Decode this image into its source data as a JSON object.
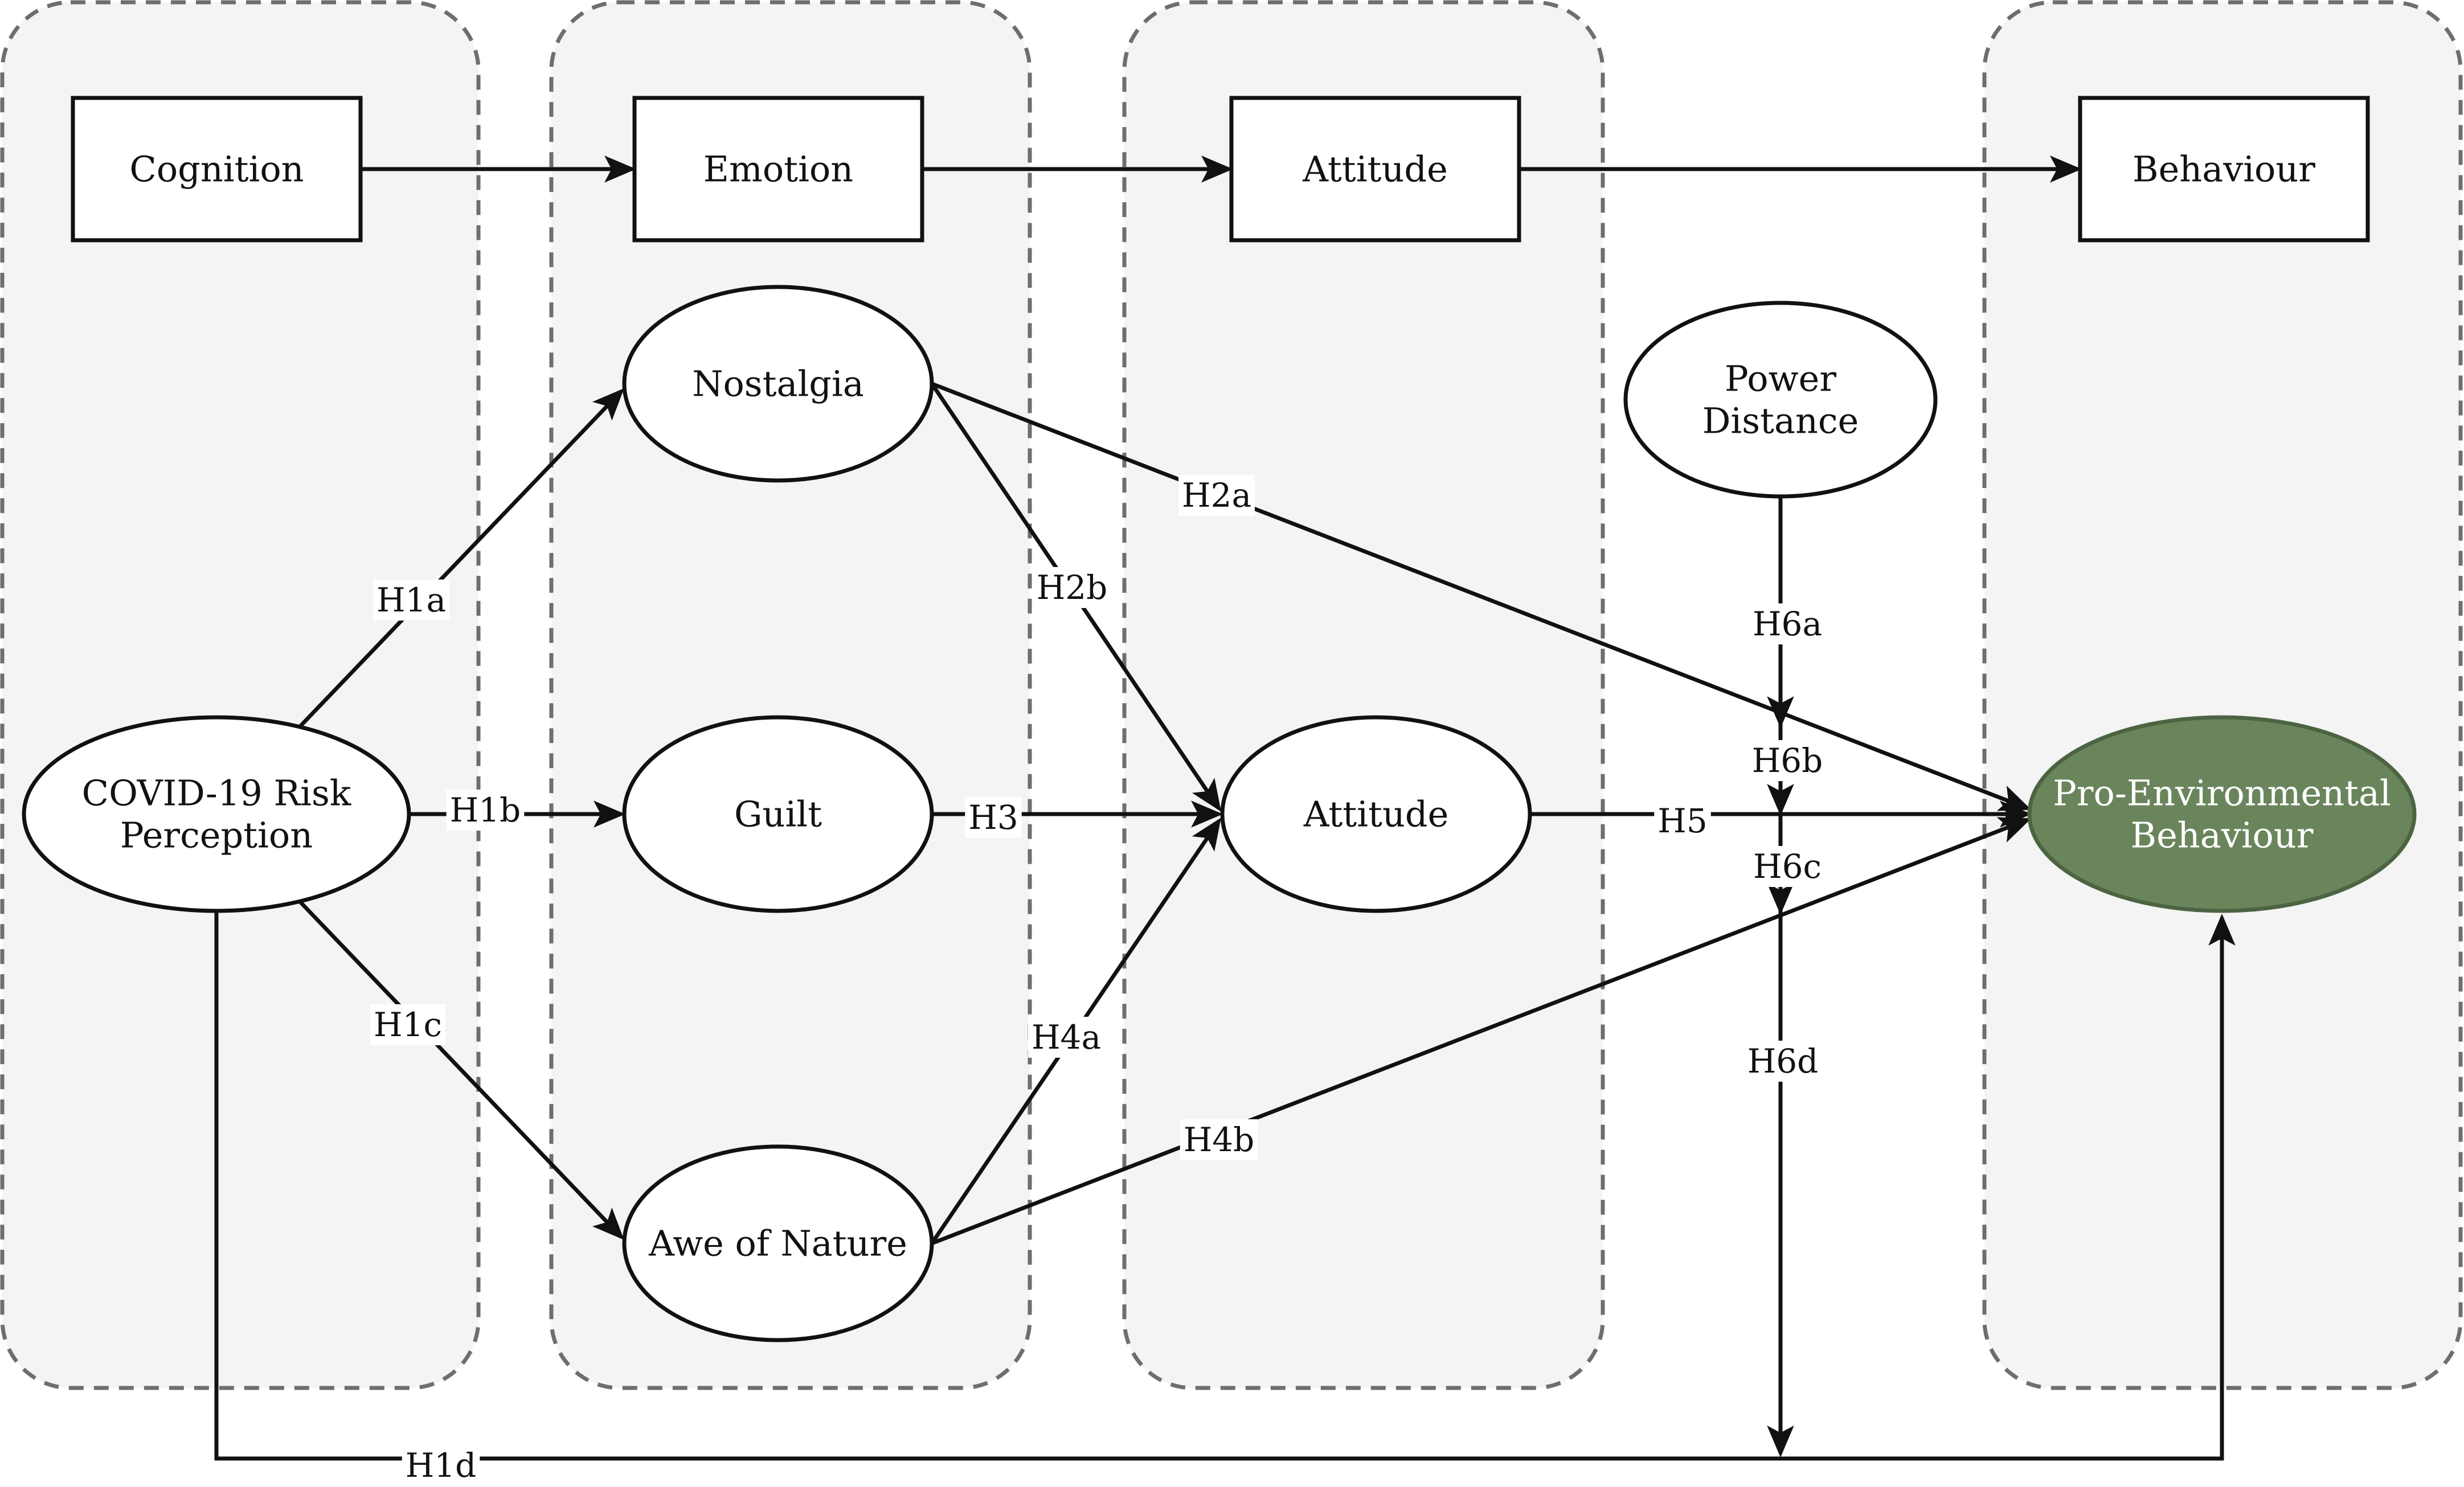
{
  "panels": [
    "cognition",
    "emotion",
    "attitude",
    "behaviour"
  ],
  "stages": {
    "cognition": "Cognition",
    "emotion": "Emotion",
    "attitude": "Attitude",
    "behaviour": "Behaviour"
  },
  "nodes": {
    "risk_perception": {
      "lines": [
        "COVID-19 Risk",
        "Perception"
      ]
    },
    "nostalgia": {
      "lines": [
        "Nostalgia"
      ]
    },
    "guilt": {
      "lines": [
        "Guilt"
      ]
    },
    "awe_of_nature": {
      "lines": [
        "Awe of Nature"
      ]
    },
    "attitude": {
      "lines": [
        "Attitude"
      ]
    },
    "power_distance": {
      "lines": [
        "Power",
        "Distance"
      ]
    },
    "pro_environmental_behaviour": {
      "lines": [
        "Pro-Environmental",
        "Behaviour"
      ]
    }
  },
  "hypotheses": {
    "h1a": "H1a",
    "h1b": "H1b",
    "h1c": "H1c",
    "h1d": "H1d",
    "h2a": "H2a",
    "h2b": "H2b",
    "h3": "H3",
    "h4a": "H4a",
    "h4b": "H4b",
    "h5": "H5",
    "h6a": "H6a",
    "h6b": "H6b",
    "h6c": "H6c",
    "h6d": "H6d"
  },
  "colors": {
    "panel_fill": "#f4f4f4",
    "panel_border": "#6e6e6e",
    "stroke": "#111111",
    "outcome_fill": "#6a855c",
    "outcome_stroke": "#4c6442",
    "outcome_text": "#ffffff"
  }
}
